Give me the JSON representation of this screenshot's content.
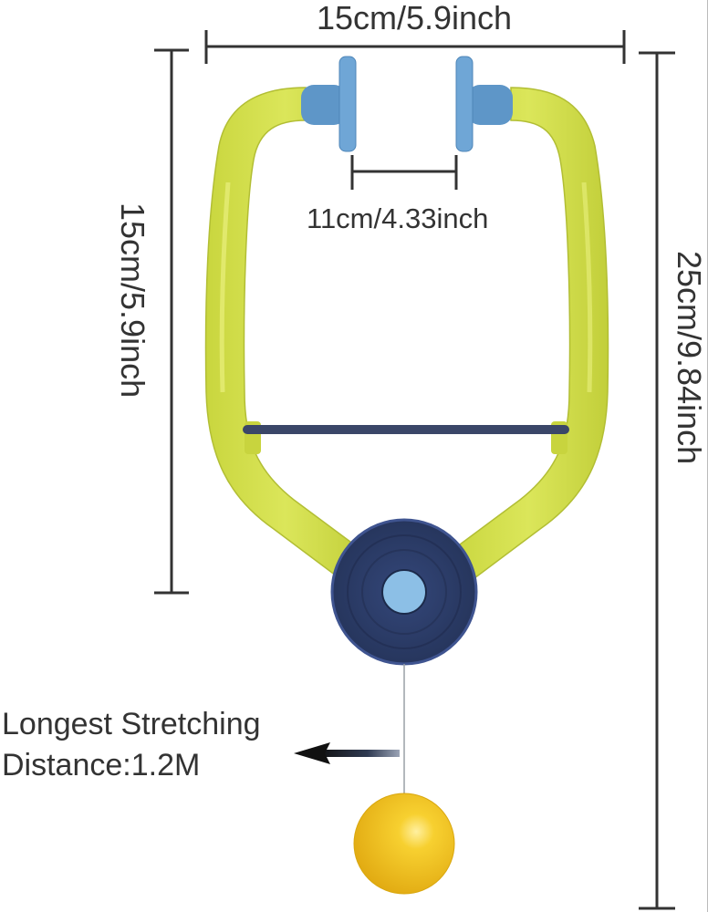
{
  "diagram": {
    "type": "product-dimension-diagram",
    "subject": "finger/hand grip exerciser with retractable ball on string",
    "colors": {
      "frame": "#d4e04a",
      "frame_shadow": "#b6c23a",
      "grip_pads": "#6aa3d4",
      "hub": "#2e3f6b",
      "hub_center": "#8cbfe6",
      "crossbar": "#3a4668",
      "ball": "#f2c21a",
      "dimension_lines": "#333333",
      "text": "#333333"
    },
    "dimensions": {
      "overall_width": "15cm/5.9inch",
      "grip_gap": "11cm/4.33inch",
      "frame_height": "15cm/5.9inch",
      "total_height": "25cm/9.84inch"
    },
    "annotation": {
      "line1": "Longest Stretching",
      "line2": "Distance:1.2M",
      "arrow": "left-arrow-icon"
    }
  }
}
